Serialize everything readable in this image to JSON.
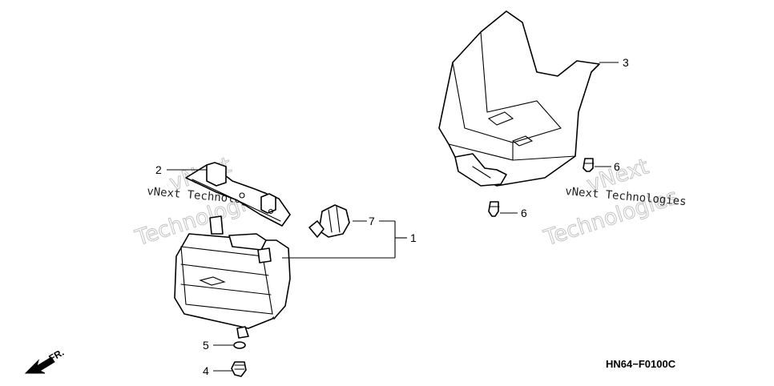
{
  "callouts": {
    "c1": "1",
    "c2": "2",
    "c3": "3",
    "c4": "4",
    "c5": "5",
    "c6a": "6",
    "c6b": "6",
    "c7": "7"
  },
  "diagram_code": "HN64−F0100C",
  "direction_label": "FR.",
  "watermarks": {
    "left_small": "vNext Technologies",
    "left_big_1": "vNext",
    "left_big_2": "Technologies",
    "right_small": "vNext Technologies",
    "right_big_1": "vNext",
    "right_big_2": "Technologies"
  }
}
